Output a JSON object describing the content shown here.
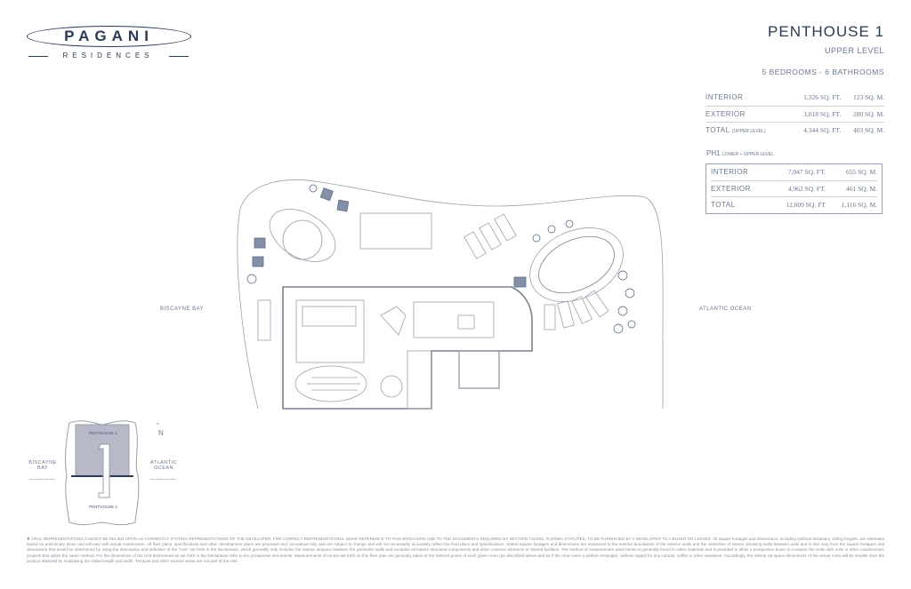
{
  "logo": {
    "brand": "PAGANI",
    "sub": "RESIDENCES"
  },
  "header": {
    "title": "PENTHOUSE 1",
    "level": "UPPER LEVEL",
    "rooms": "5 BEDROOMS  - 6 BATHROOMS"
  },
  "upper_table": [
    {
      "label": "INTERIOR",
      "note": "",
      "sqft": "1,326 SQ. FT.",
      "sqm": "123 SQ. M."
    },
    {
      "label": "EXTERIOR",
      "note": "",
      "sqft": "3,018 SQ. FT.",
      "sqm": "280 SQ. M."
    },
    {
      "label": "TOTAL",
      "note": "(UPPER LEVEL)",
      "sqft": "4,344 SQ. FT.",
      "sqm": "403 SQ. M."
    }
  ],
  "ph1": {
    "title": "PH1",
    "note": "LOWER + UPPER LEVEL"
  },
  "ph1_table": [
    {
      "label": "INTERIOR",
      "sqft": "7,047 SQ. FT.",
      "sqm": "655 SQ. M."
    },
    {
      "label": "EXTERIOR",
      "sqft": "4,962 SQ. FT.",
      "sqm": "461 SQ. M."
    },
    {
      "label": "TOTAL",
      "sqft": "12,009 SQ. FT",
      "sqm": "1,116 SQ. M."
    }
  ],
  "plan": {
    "west": "BISCAYNE BAY",
    "east": "ATLANTIC OCEAN"
  },
  "keyplan": {
    "north": "N",
    "west1": "BISCAYNE",
    "west2": "BAY",
    "east1": "ATLANTIC",
    "east2": "OCEAN",
    "ph1": "PENTHOUSE 1",
    "ph2": "PENTHOUSE 2"
  },
  "colors": {
    "navy": "#2b3a55",
    "highlight": "#b7b9c9"
  },
  "disclaimer": "✱ ORAL REPRESENTATIONS CANNOT BE RELIED UPON AS CORRECTLY STATING REPRESENTATIONS OF THE DEVELOPER. FOR CORRECT REPRESENTATIONS, MAKE REFERENCE TO THIS BROCHURE AND TO THE DOCUMENTS REQUIRED BY SECTION 718.503, FLORIDA STATUTES, TO BE FURNISHED BY A DEVELOPER TO A BUYER OR LESSEE. All square footages and dimensions, including (without limitation) ceiling heights, are estimates based on preliminary plans and will vary with actual construction. All floor plans, specifications and other development plans are proposed and conceptual only and are subject to change and will not necessarily accurately reflect the final plans and specifications. Stated square footages and dimensions are measured to the exterior boundaries of the exterior walls and the centerline of interior demising walls between units and in fact vary from the square footages and dimensions that would be determined by using the description and definition of the \"Unit\" set forth in the Declaration, which generally only includes the interior airspace between the perimeter walls and excludes all interior structural components and other common elements or shared facilities. The method of measurement used herein is generally found in sales materials and is provided to allow a prospective buyer to compare the Units with units in other condominium projects that utilize the same method. For the dimensions of the Unit determined as set forth in the Declaration refer to the prospectus documents. Measurements of rooms set forth on this floor plan are generally taken at the farthest points of each given room (as described above and as if the room were a perfect rectangle), without regard for any cutouts, soffits or other variations. Accordingly, the interior air space dimensions of the actual room will be smaller than the product obtained by multiplying the stated length and width. Terraces and other exterior areas are not part of the Unit."
}
